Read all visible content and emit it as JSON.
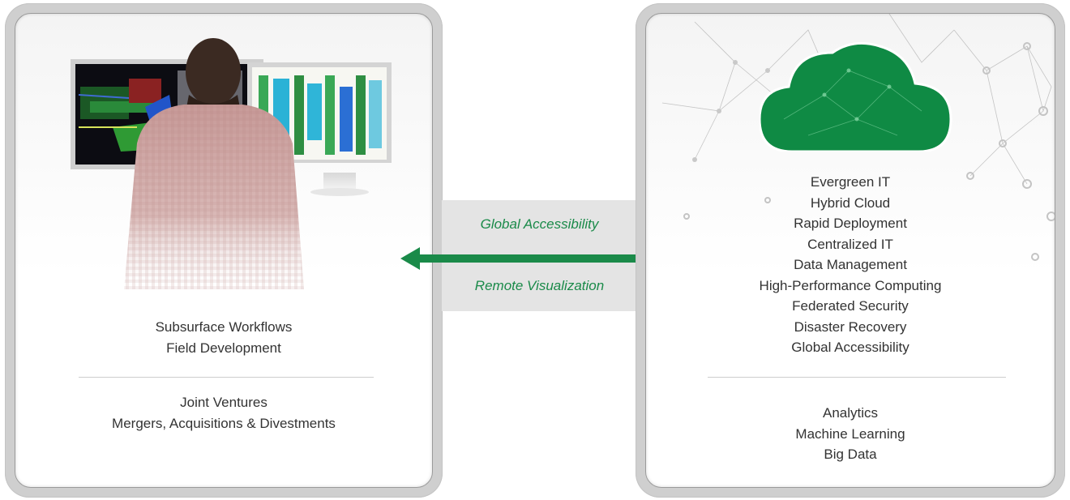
{
  "left_panel": {
    "workflows": [
      "Subsurface Workflows",
      "Field Development"
    ],
    "business": [
      "Joint Ventures",
      "Mergers, Acquisitions & Divestments"
    ]
  },
  "connector": {
    "top_label": "Global Accessibility",
    "bottom_label": "Remote Visualization"
  },
  "right_panel": {
    "services": [
      "Evergreen IT",
      "Hybrid Cloud",
      "Rapid Deployment",
      "Centralized IT",
      "Data Management",
      "High-Performance Computing",
      "Federated Security",
      "Disaster Recovery",
      "Global Accessibility"
    ],
    "analytics": [
      "Analytics",
      "Machine Learning",
      "Big Data"
    ]
  },
  "colors": {
    "accent_green": "#1a8a49",
    "cloud_green": "#0f8a44",
    "panel_frame": "#cfcfcf",
    "connector_band": "#e4e4e4"
  },
  "icons": [
    "person-at-workstation-illustration",
    "cloud-icon",
    "network-mesh-decoration",
    "double-arrow-icon"
  ]
}
